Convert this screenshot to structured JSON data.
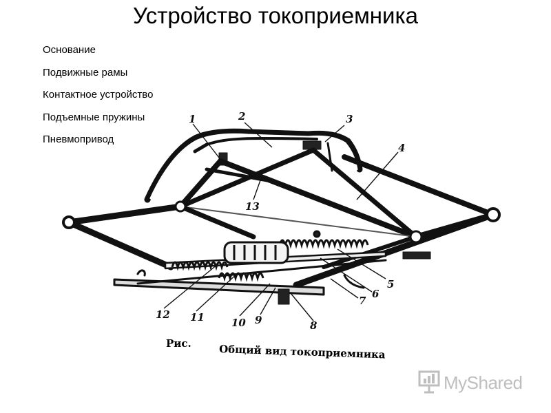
{
  "title": "Устройство токоприемника",
  "parts": [
    "Основание",
    "Подвижные рамы",
    "Контактное устройство",
    "Подъемные пружины",
    "Пневмопривод"
  ],
  "figure": {
    "caption_prefix": "Рис.",
    "caption_text": "Общий вид токоприемника",
    "callouts": [
      "1",
      "2",
      "3",
      "4",
      "13",
      "5",
      "6",
      "7",
      "8",
      "9",
      "10",
      "11",
      "12"
    ]
  },
  "watermark": {
    "text": "MyShared",
    "icon": "presentation-board-icon"
  }
}
